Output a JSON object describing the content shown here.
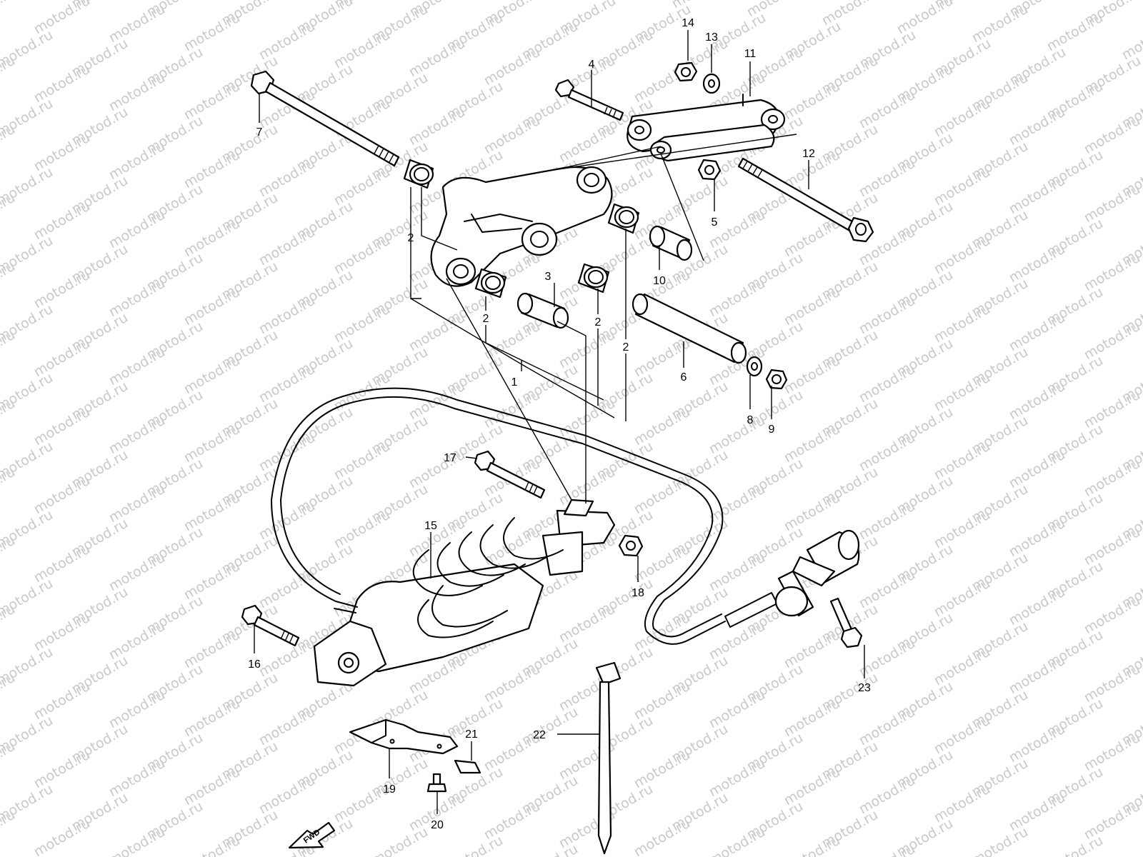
{
  "watermark": {
    "text": "motod.ru"
  },
  "callouts": [
    {
      "id": "1",
      "text": "1"
    },
    {
      "id": "2a",
      "text": "2"
    },
    {
      "id": "2b",
      "text": "2"
    },
    {
      "id": "2c",
      "text": "2"
    },
    {
      "id": "2d",
      "text": "2"
    },
    {
      "id": "3",
      "text": "3"
    },
    {
      "id": "4",
      "text": "4"
    },
    {
      "id": "5",
      "text": "5"
    },
    {
      "id": "6",
      "text": "6"
    },
    {
      "id": "7",
      "text": "7"
    },
    {
      "id": "8",
      "text": "8"
    },
    {
      "id": "9",
      "text": "9"
    },
    {
      "id": "10",
      "text": "10"
    },
    {
      "id": "11",
      "text": "11"
    },
    {
      "id": "12",
      "text": "12"
    },
    {
      "id": "13",
      "text": "13"
    },
    {
      "id": "14",
      "text": "14"
    },
    {
      "id": "15",
      "text": "15"
    },
    {
      "id": "16",
      "text": "16"
    },
    {
      "id": "17",
      "text": "17"
    },
    {
      "id": "18",
      "text": "18"
    },
    {
      "id": "19",
      "text": "19"
    },
    {
      "id": "20",
      "text": "20"
    },
    {
      "id": "21",
      "text": "21"
    },
    {
      "id": "22",
      "text": "22"
    },
    {
      "id": "23",
      "text": "23"
    }
  ],
  "fwd_arrow": {
    "text": "FWD"
  }
}
